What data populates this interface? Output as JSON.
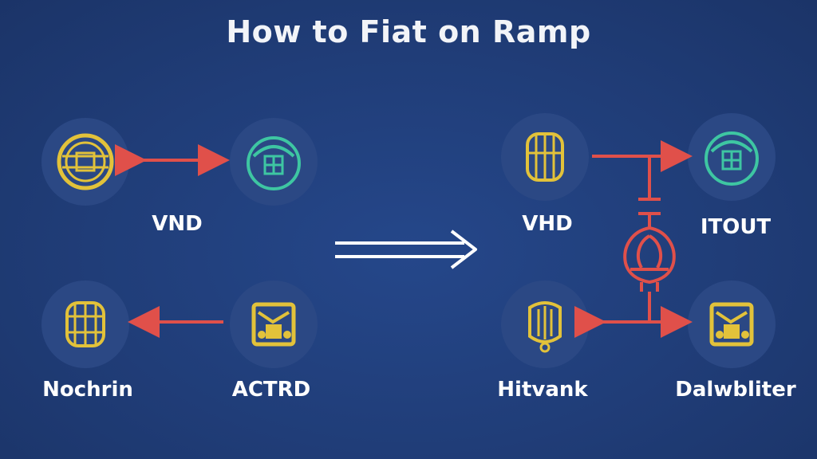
{
  "title": "How to Fiat on Ramp",
  "labels": {
    "vnd": "VND",
    "nochrin": "Nochrin",
    "actrd": "ACTRD",
    "vhd": "VHD",
    "itout": "IТOUT",
    "hitvank": "Hitvank",
    "dalwbliter": "Dalwbliter"
  },
  "colors": {
    "background": "#213f7c",
    "node": "#2b4884",
    "arrow_red": "#e0504a",
    "icon_gold": "#e2c23a",
    "icon_green": "#3ec6a2",
    "white": "#ffffff"
  }
}
